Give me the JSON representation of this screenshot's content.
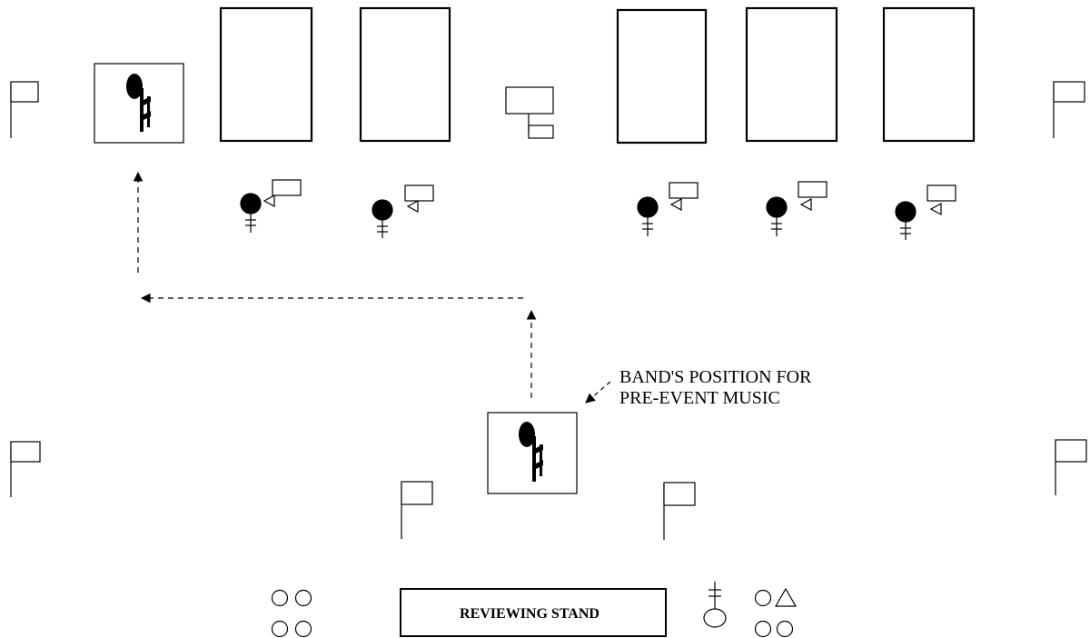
{
  "annotation": {
    "line1": "BAND'S POSITION FOR",
    "line2": "PRE-EVENT MUSIC"
  },
  "reviewing_stand": {
    "label": "REVIEWING STAND"
  },
  "legend_icons": [
    "flag-icon",
    "band-music-note-icon",
    "unit-formation-box",
    "commander-with-guidon-icon",
    "dignitary-circle-icon",
    "triangle-icon"
  ],
  "colors": {
    "ink": "#000000",
    "background": "#ffffff"
  }
}
